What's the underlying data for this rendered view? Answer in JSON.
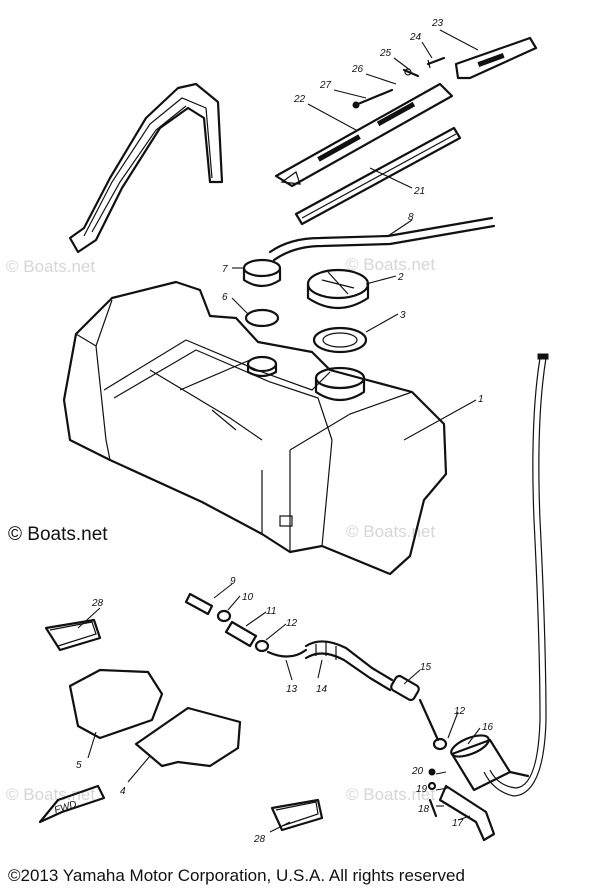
{
  "watermark_text": "© Boats.net",
  "copyright": "©2013 Yamaha Motor Corporation, U.S.A. All rights reserved",
  "fwd_label": "FWD",
  "callouts": [
    {
      "id": "1",
      "label": "1"
    },
    {
      "id": "2",
      "label": "2"
    },
    {
      "id": "3",
      "label": "3"
    },
    {
      "id": "4",
      "label": "4"
    },
    {
      "id": "5",
      "label": "5"
    },
    {
      "id": "6",
      "label": "6"
    },
    {
      "id": "7",
      "label": "7"
    },
    {
      "id": "8",
      "label": "8"
    },
    {
      "id": "9",
      "label": "9"
    },
    {
      "id": "10",
      "label": "10"
    },
    {
      "id": "11",
      "label": "11"
    },
    {
      "id": "12a",
      "label": "12"
    },
    {
      "id": "12b",
      "label": "12"
    },
    {
      "id": "13",
      "label": "13"
    },
    {
      "id": "14",
      "label": "14"
    },
    {
      "id": "15",
      "label": "15"
    },
    {
      "id": "16",
      "label": "16"
    },
    {
      "id": "17",
      "label": "17"
    },
    {
      "id": "18",
      "label": "18"
    },
    {
      "id": "19",
      "label": "19"
    },
    {
      "id": "20",
      "label": "20"
    },
    {
      "id": "21",
      "label": "21"
    },
    {
      "id": "22",
      "label": "22"
    },
    {
      "id": "23",
      "label": "23"
    },
    {
      "id": "24",
      "label": "24"
    },
    {
      "id": "25",
      "label": "25"
    },
    {
      "id": "26",
      "label": "26"
    },
    {
      "id": "27",
      "label": "27"
    },
    {
      "id": "28a",
      "label": "28"
    },
    {
      "id": "28b",
      "label": "28"
    }
  ]
}
